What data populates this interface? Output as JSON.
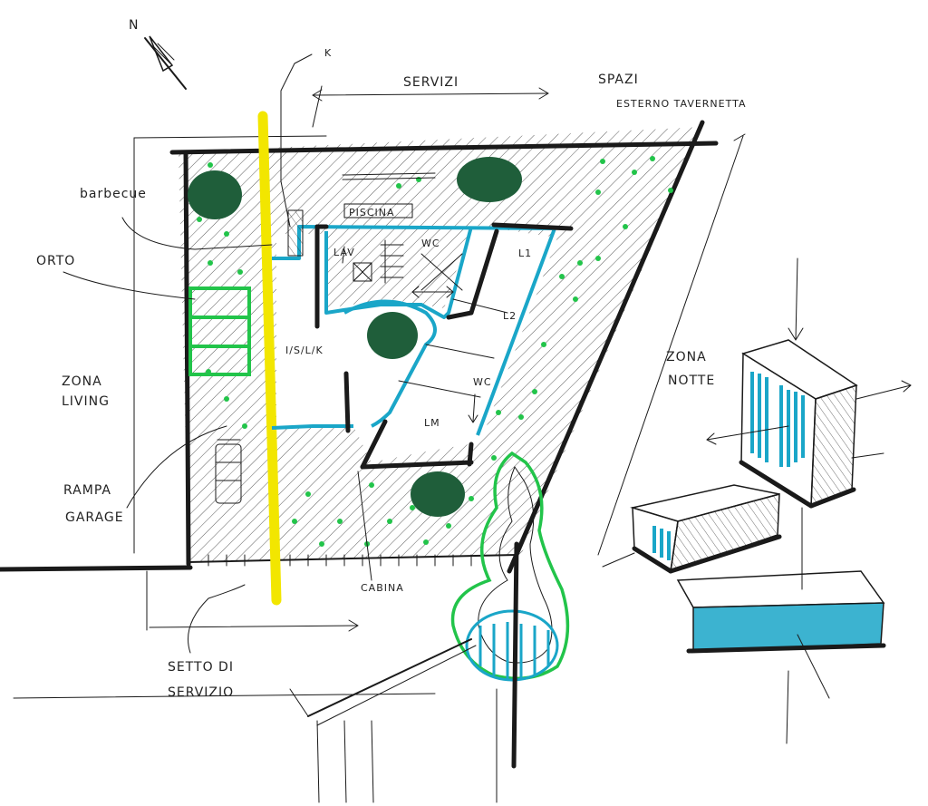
{
  "labels": {
    "north": "N",
    "k": "K",
    "servizi": "SERVIZI",
    "spazi": "SPAZI",
    "esterno_tavernetta": "ESTERNO TAVERNETTA",
    "barbecue": "barbecue",
    "orto": "ORTO",
    "piscina": "PISCINA",
    "lav": "LAV",
    "wc_top": "WC",
    "l1": "L1",
    "l2": "L2",
    "isk": "I/S/L/K",
    "wc_mid": "WC",
    "lm": "LM",
    "zona_living_1": "ZONA",
    "zona_living_2": "LIVING",
    "rampa_garage_1": "RAMPA",
    "rampa_garage_2": "GARAGE",
    "cabina": "CABINA",
    "setto_1": "SETTO DI",
    "setto_2": "SERVIZIO",
    "zona_notte_1": "ZONA",
    "zona_notte_2": "NOTTE"
  },
  "colors": {
    "ink": "#1a1a1a",
    "yellow": "#f2e600",
    "cyan": "#1aa6c8",
    "green": "#22c44a",
    "dark_green": "#1f5e3a"
  }
}
